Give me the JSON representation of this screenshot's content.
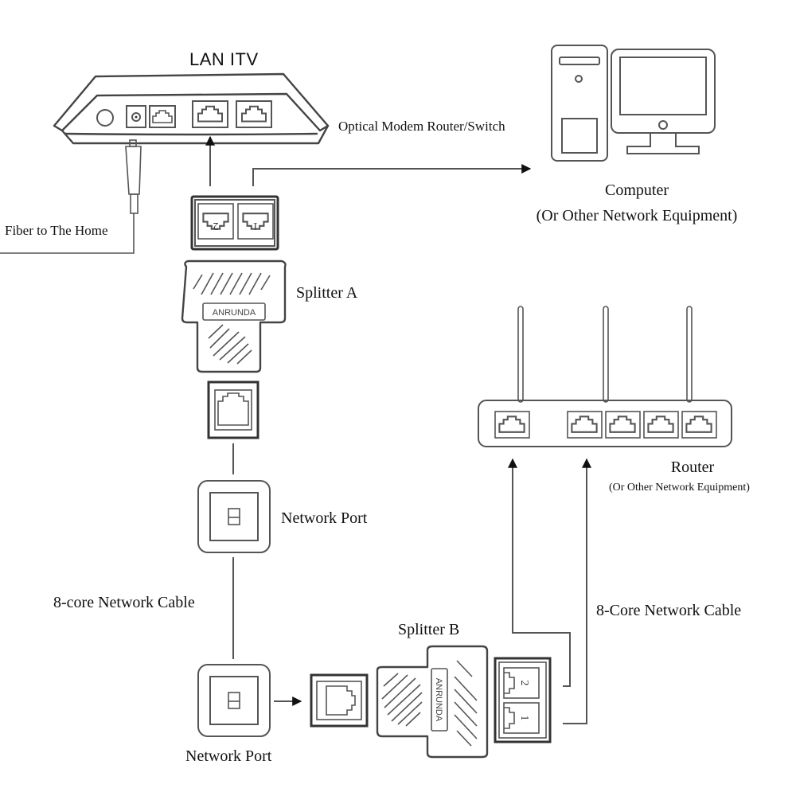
{
  "modem": {
    "port_label": "LAN  ITV",
    "caption": "Optical Modem Router/Switch"
  },
  "fiber": {
    "caption": "Fiber to The Home"
  },
  "computer": {
    "caption_line1": "Computer",
    "caption_line2": "(Or Other Network Equipment)"
  },
  "splitter_a": {
    "caption": "Splitter A",
    "brand": "ANRUNDA",
    "port_labels": [
      "2",
      "1"
    ]
  },
  "network_port_top": {
    "caption": "Network Port"
  },
  "cable_left": {
    "caption": "8-core Network Cable"
  },
  "network_port_bottom": {
    "caption": "Network Port"
  },
  "splitter_b": {
    "caption": "Splitter B",
    "brand": "ANRUNDA",
    "port_labels": [
      "2",
      "1"
    ]
  },
  "router": {
    "caption_line1": "Router",
    "caption_line2": "(Or Other Network Equipment)",
    "port_count": 5
  },
  "cable_right": {
    "caption": "8-Core Network Cable"
  }
}
